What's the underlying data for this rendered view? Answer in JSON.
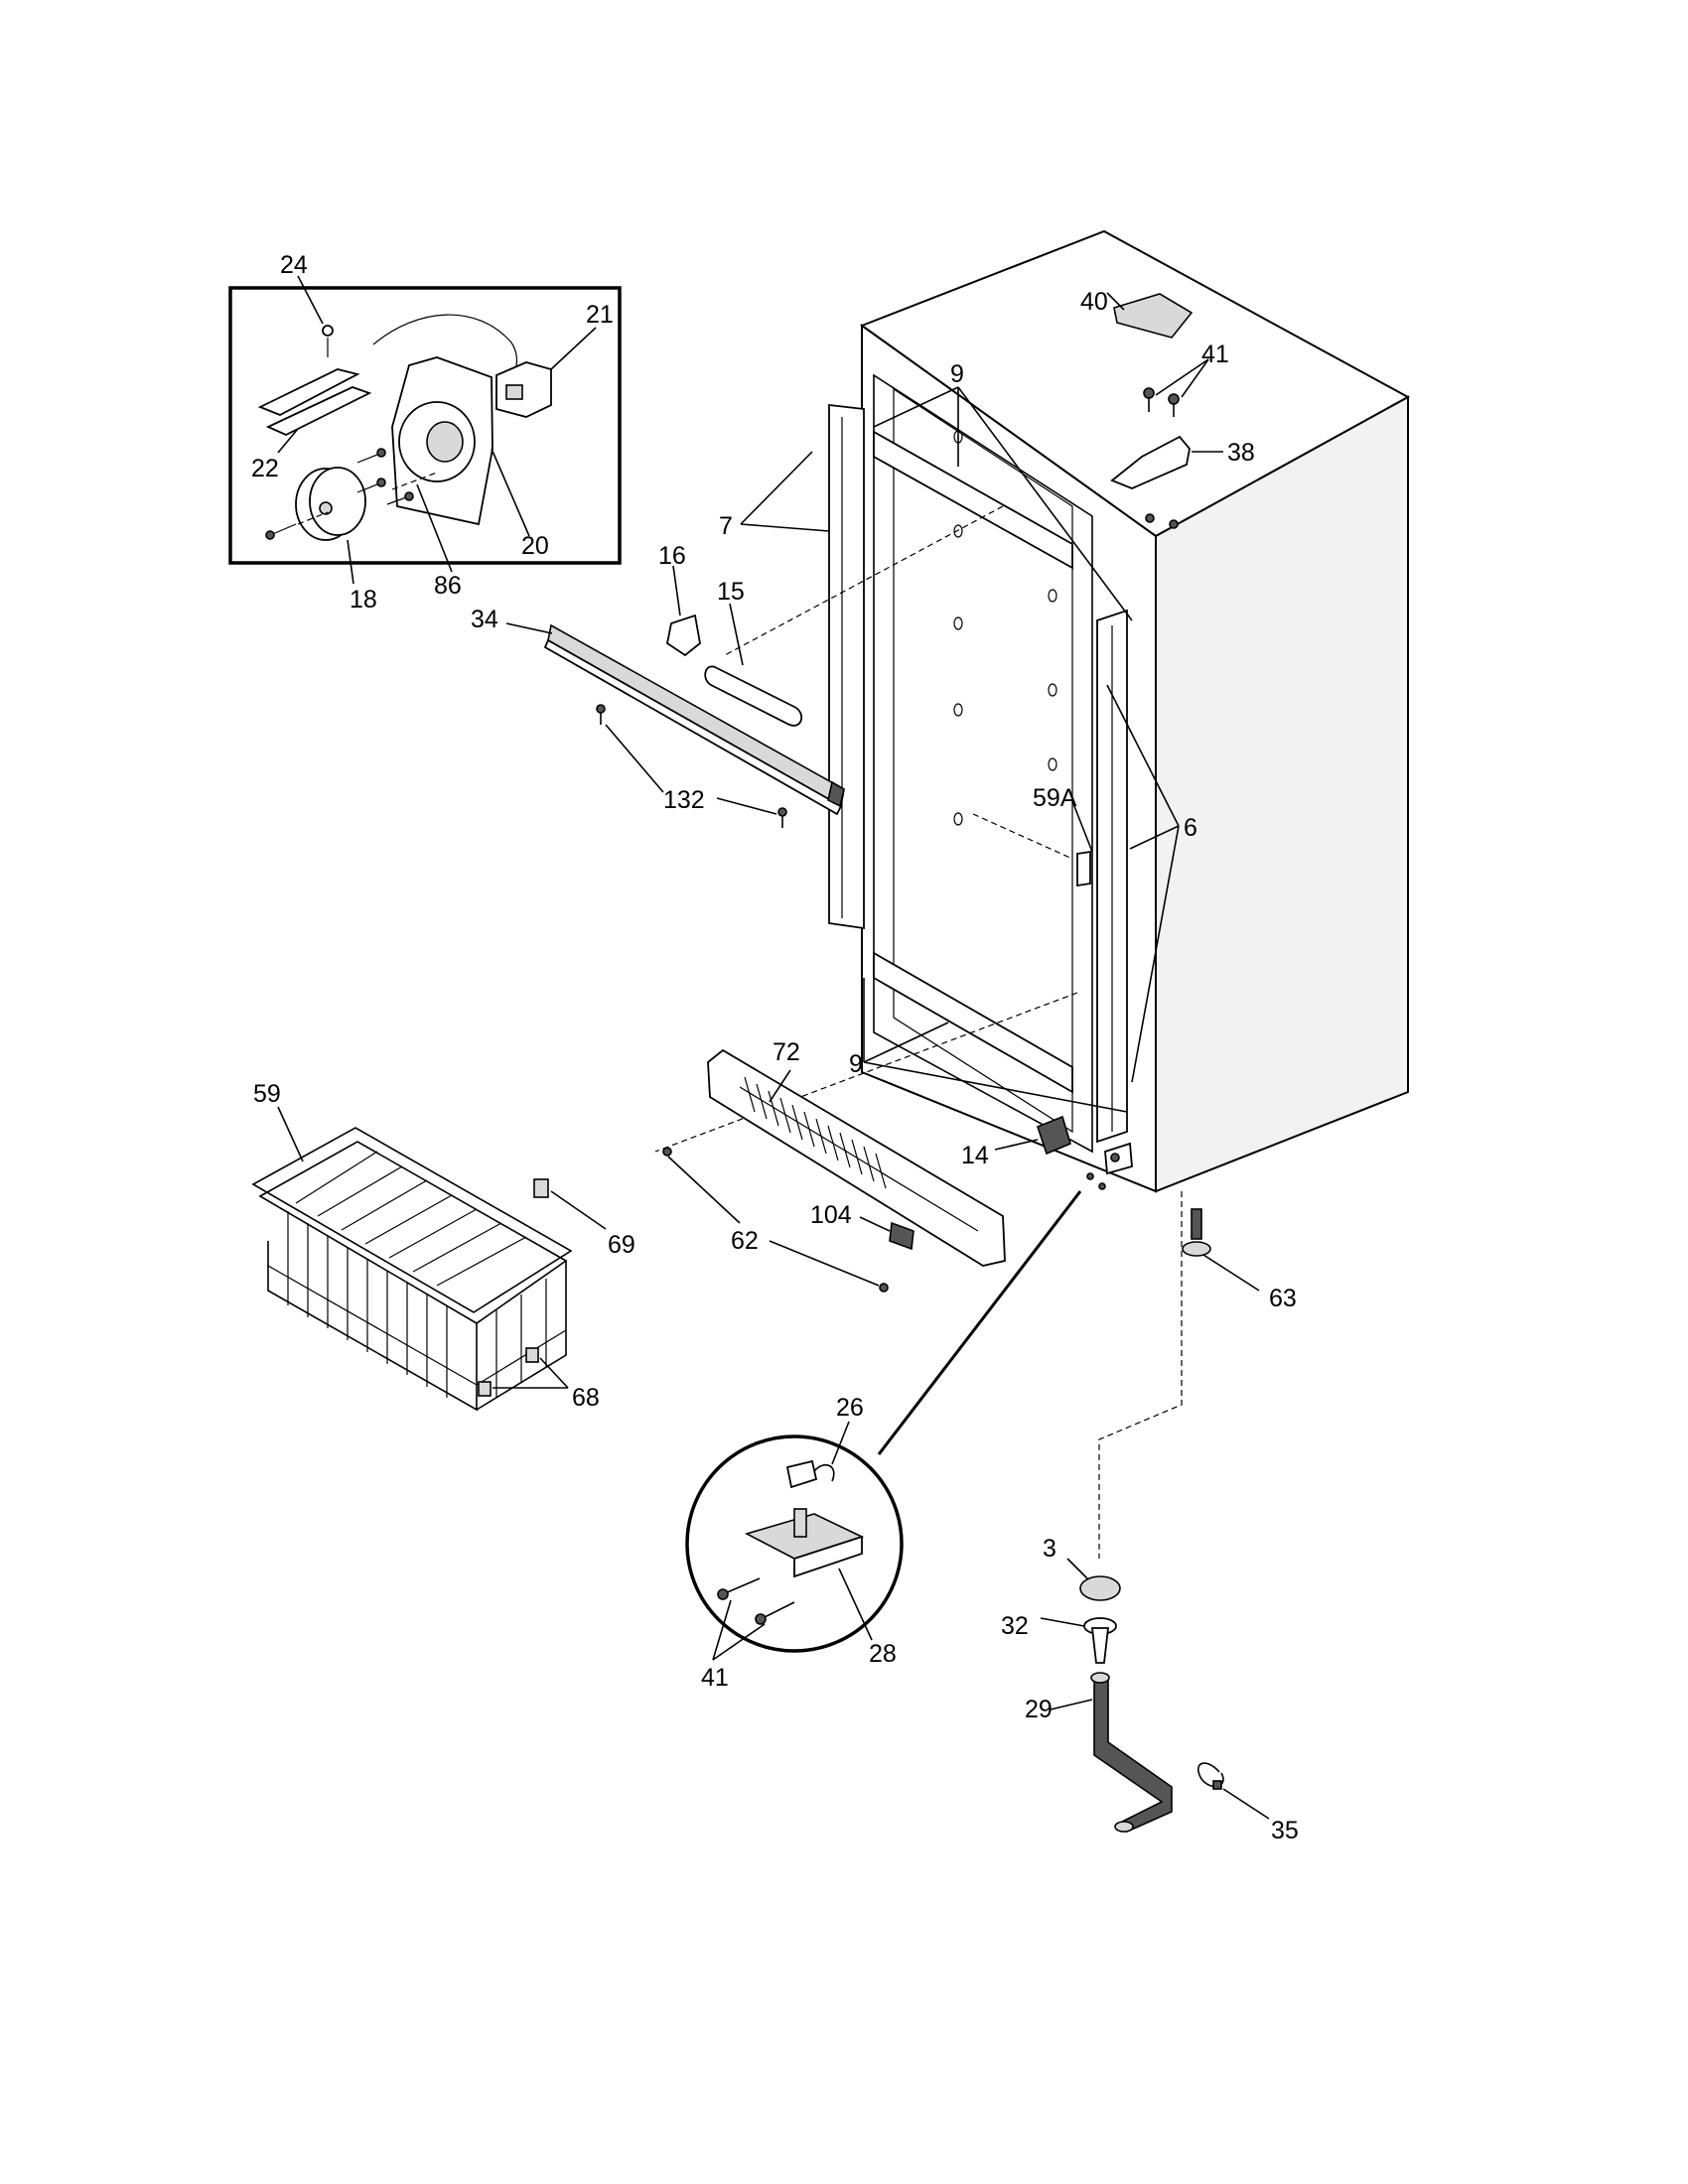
{
  "callouts": {
    "c24": "24",
    "c21": "21",
    "c22": "22",
    "c20": "20",
    "c18": "18",
    "c86": "86",
    "c16": "16",
    "c15": "15",
    "c34": "34",
    "c132": "132",
    "c9a": "9",
    "c9b": "9",
    "c7": "7",
    "c40": "40",
    "c41a": "41",
    "c38": "38",
    "c59a": "59A",
    "c6": "6",
    "c72": "72",
    "c59": "59",
    "c69": "69",
    "c14": "14",
    "c62": "62",
    "c104": "104",
    "c63": "63",
    "c68": "68",
    "c26": "26",
    "c3": "3",
    "c32": "32",
    "c29": "29",
    "c28": "28",
    "c41b": "41",
    "c35": "35"
  }
}
